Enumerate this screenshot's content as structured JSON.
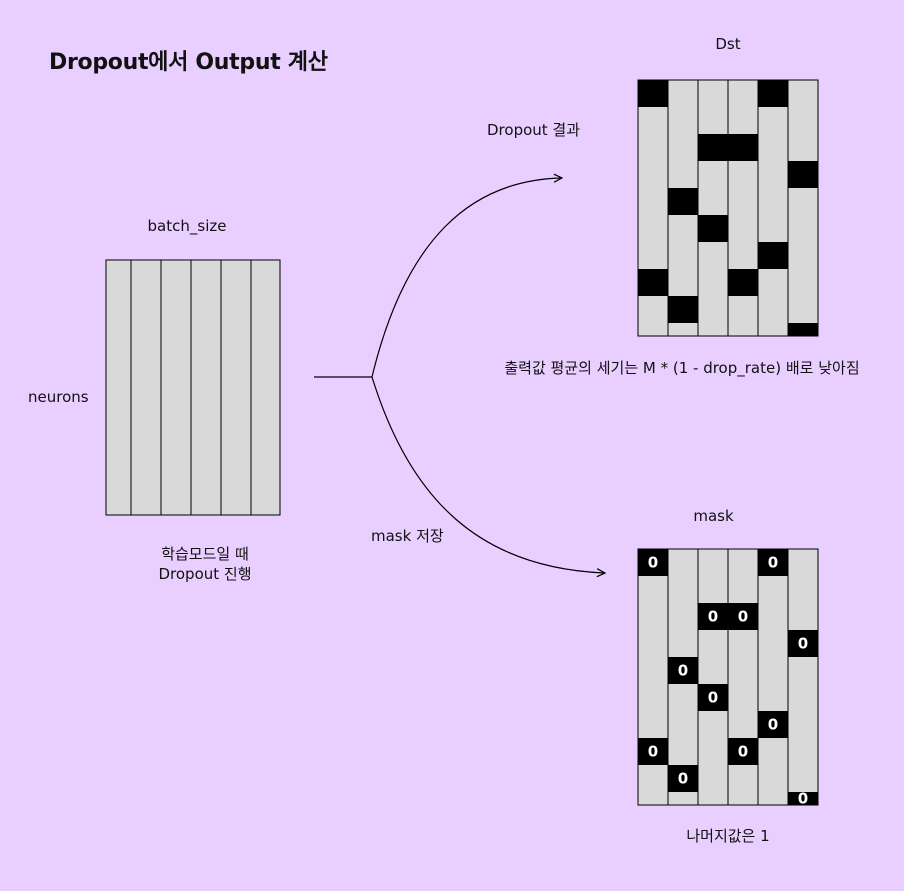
{
  "title": "Dropout에서 Output 계산",
  "labels": {
    "batch_size": "batch_size",
    "neurons": "neurons",
    "train_mode_line1": "학습모드일 때",
    "train_mode_line2": "Dropout 진행",
    "dropout_result": "Dropout 결과",
    "mask_save": "mask 저장",
    "dst": "Dst",
    "mask": "mask",
    "output_note": "출력값 평균의 세기는 M * (1 - drop_rate) 배로 낮아짐",
    "rest_values": "나머지값은 1"
  },
  "matrix": {
    "columns": 6,
    "rows": 10,
    "colors": {
      "background": "#E9CFFF",
      "cell": "#D9D9D9",
      "dropped": "#000000",
      "line": "#000000"
    },
    "zero_label": "0",
    "dropped_cells": [
      {
        "col": 0,
        "row": 0
      },
      {
        "col": 4,
        "row": 0
      },
      {
        "col": 2,
        "row": 2
      },
      {
        "col": 3,
        "row": 2
      },
      {
        "col": 5,
        "row": 3
      },
      {
        "col": 1,
        "row": 4
      },
      {
        "col": 2,
        "row": 5
      },
      {
        "col": 4,
        "row": 6
      },
      {
        "col": 0,
        "row": 7
      },
      {
        "col": 3,
        "row": 7
      },
      {
        "col": 1,
        "row": 8
      },
      {
        "col": 5,
        "row": 9
      }
    ]
  }
}
